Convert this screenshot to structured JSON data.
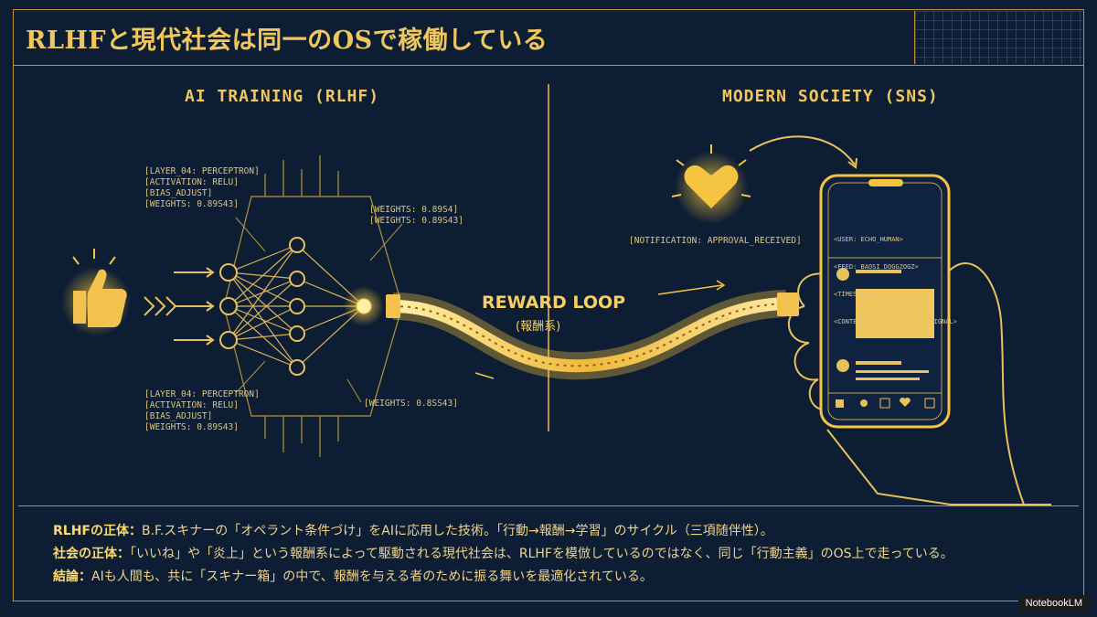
{
  "title": "RLHFと現代社会は同一のOSで稼働している",
  "left_heading": "AI TRAINING (RLHF)",
  "right_heading": "MODERN SOCIETY (SNS)",
  "labels": {
    "layer_top": "[LAYER_04: PERCEPTRON]\n[ACTIVATION: RELU]\n[BIAS_ADJUST]\n[WEIGHTS: 0.89S43]",
    "layer_bottom": "[LAYER_04: PERCEPTRON]\n[ACTIVATION: RELU]\n[BIAS_ADJUST]\n[WEIGHTS: 0.89S43]",
    "weights_top": "[WEIGHTS: 0.89S4]\n[WEIGHTS: 0.89S43]",
    "weights_bottom": "[WEIGHTS: 0.8SS43]",
    "notification": "[NOTIFICATION: APPROVAL_RECEIVED]"
  },
  "phone_code": [
    "<USER: ECHO_HUMAN>",
    "<FEED: BAOSI_DOGGZOGZ>",
    "<TIMESTAMP: SOHE.16.2C>",
    "<CONTENT: VIRTUAL_VIRTUE_SIGNAL>"
  ],
  "reward": {
    "title": "REWARD LOOP",
    "sub": "(報酬系)"
  },
  "lines": [
    {
      "label": "RLHFの正体：",
      "text": "B.F.スキナーの「オペラント条件づけ」をAIに応用した技術。「行動→報酬→学習」のサイクル（三項随伴性）。"
    },
    {
      "label": "社会の正体：",
      "text": "「いいね」や「炎上」という報酬系によって駆動される現代社会は、RLHFを模倣しているのではなく、同じ「行動主義」のOS上で走っている。"
    },
    {
      "label": "結論：",
      "text": "AIも人間も、共に「スキナー箱」の中で、報酬を与える者のために振る舞いを最適化されている。"
    }
  ],
  "badge": "NotebookLM",
  "colors": {
    "gold": "#e8c15a",
    "bg": "#0d1d33",
    "line": "#b8923a"
  },
  "icons": [
    "thumbs-up-icon",
    "heart-icon",
    "smartphone-icon",
    "hand-icon",
    "neural-network-icon"
  ]
}
